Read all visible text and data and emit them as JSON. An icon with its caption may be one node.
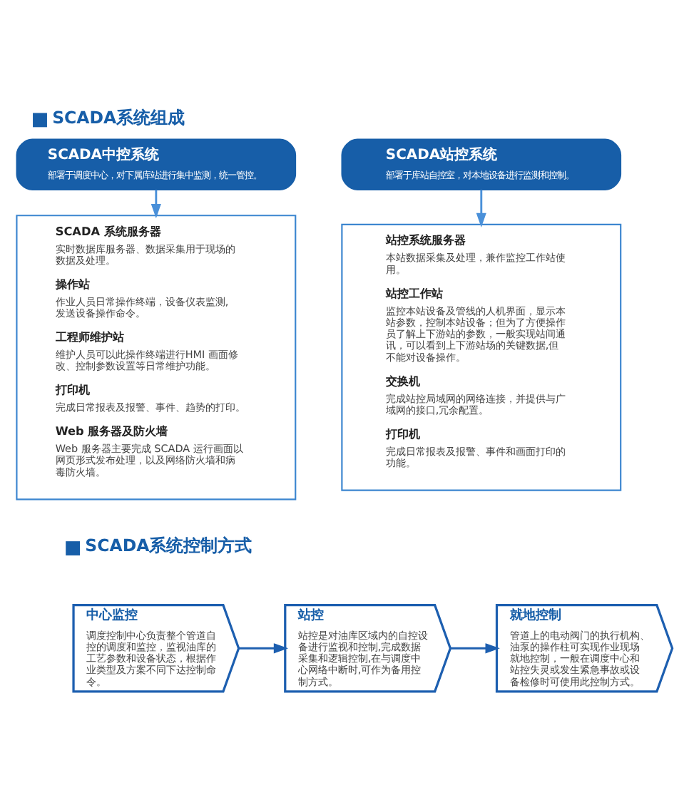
{
  "diagram": {
    "title": "SCADA系统组成",
    "nodes": [
      {
        "text": [
          "SCADA中控系统",
          "部署于调度中心，对下属库站进行集中监测，统一管控。"
        ]
      },
      {
        "text": [
          "SCADA站控系统",
          "部署于库站自控室，对本地设备进行监测和控制。"
        ]
      },
      {
        "text": [
          "SCADA 系统服务器",
          "实时数据库服务器、数据采集用于现场的数据及处理。",
          "操作站",
          "作业人员日常操作终端，设备仪表监测,发送设备操作命令。",
          "工程师维护站",
          "维护人员可以此操作终端进行HMI 画面修改、控制参数设置等日常维护功能。",
          "打印机",
          "完成日常报表及报警、事件、趋势的打印。",
          "Web 服务器及防火墙",
          "Web 服务器主要完成 SCADA 运行画面以网页形式发布处理，以及网络防火墙和病毒防火墙。"
        ]
      },
      {
        "text": [
          "站控系统服务器",
          "本站数据采集及处理，兼作监控工作站使用。",
          "站控工作站",
          "监控本站设备及管线的人机界面，显示本站参数，控制本站设备；但为了方便操作员了解上下游站的参数，一般实现站间通讯，可以看到上下游站场的关键数据,但不能对设备操作。",
          "交换机",
          "完成站控局域网的网络连接，并提供与广域网的接口,冗余配置。",
          "打印机",
          "完成日常报表及报警、事件和画面打印的功能。"
        ]
      },
      {
        "text": [
          "中心监控",
          "调度控制中心负责整个管道自控的调度和监控，监视油库的工艺参数和设备状态，根据作业类型及方案不同下达控制命令。"
        ]
      },
      {
        "text": [
          "站控",
          "站控是对油库区域内的自控设备进行监视和控制,完成数据采集和逻辑控制,在与调度中心网络中断时,可作为备用控制方式。"
        ]
      },
      {
        "text": [
          "就地控制",
          "管道上的电动阀门的执行机构、油泵的操作柱可实现作业现场就地控制，一般在调度中心和站控失灵或发生紧急事故或设备检修时可使用此控制方式。"
        ]
      }
    ],
    "edges": [
      {
        "from": 0,
        "to": 2,
        "arrow": "to",
        "color": "#4a90d9"
      },
      {
        "from": 1,
        "to": 3,
        "arrow": "to",
        "color": "#4a90d9"
      },
      {
        "from": 4,
        "to": 5,
        "arrow": "to"
      },
      {
        "from": 5,
        "to": 6,
        "arrow": "to"
      }
    ],
    "labels": [
      "SCADA系统控制方式"
    ]
  }
}
